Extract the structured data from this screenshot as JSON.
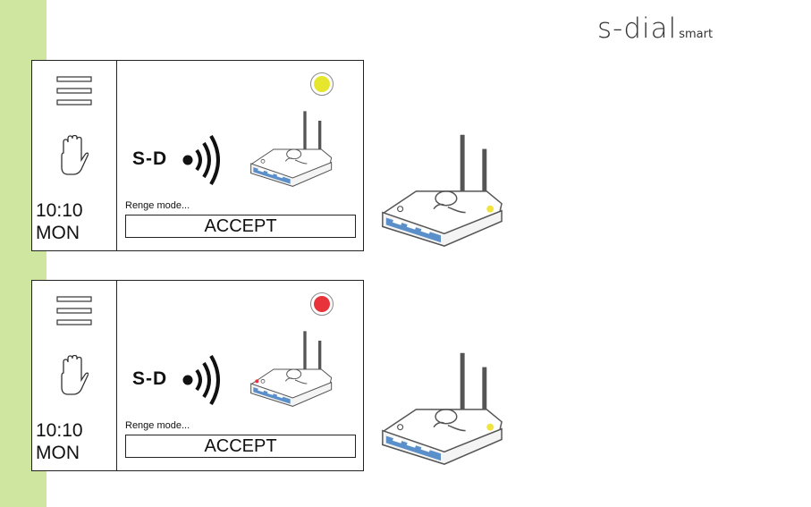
{
  "brand": {
    "main": "s-dial",
    "sub": "smart"
  },
  "colors": {
    "sidebar": "#cfe6a0",
    "led_yellow": "#e6e62c",
    "led_red": "#e8333a",
    "router_blue": "#5b8fc9",
    "router_led": "#f2e43a"
  },
  "panels": [
    {
      "status_color": "yellow",
      "menu_icon": "hamburger-menu-icon",
      "hand_icon": "hand-icon",
      "time": "10:10",
      "day": "MON",
      "device_label": "S-D",
      "wifi_icon": "wifi-signal-icon",
      "mode_text": "Renge mode...",
      "accept_label": "ACCEPT",
      "router_icon": "router-icon"
    },
    {
      "status_color": "red",
      "menu_icon": "hamburger-menu-icon",
      "hand_icon": "hand-icon",
      "time": "10:10",
      "day": "MON",
      "device_label": "S-D",
      "wifi_icon": "wifi-signal-icon",
      "mode_text": "Renge mode...",
      "accept_label": "ACCEPT",
      "router_icon": "router-icon"
    }
  ]
}
